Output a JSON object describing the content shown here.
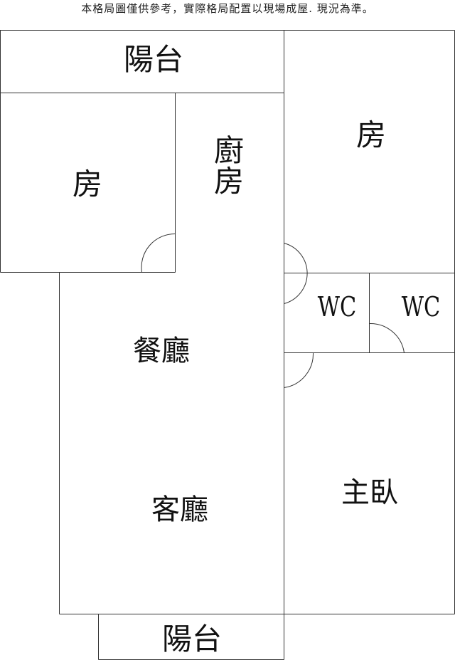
{
  "disclaimer": "本格局圖僅供參考，實際格局配置以現場成屋. 現況為準。",
  "rooms": {
    "balcony_top": "陽台",
    "bedroom_left": "房",
    "kitchen_line1": "廚",
    "kitchen_line2": "房",
    "bedroom_right": "房",
    "wc_left": "WC",
    "wc_right": "WC",
    "dining": "餐廳",
    "living": "客廳",
    "master": "主臥",
    "balcony_bottom": "陽台"
  }
}
